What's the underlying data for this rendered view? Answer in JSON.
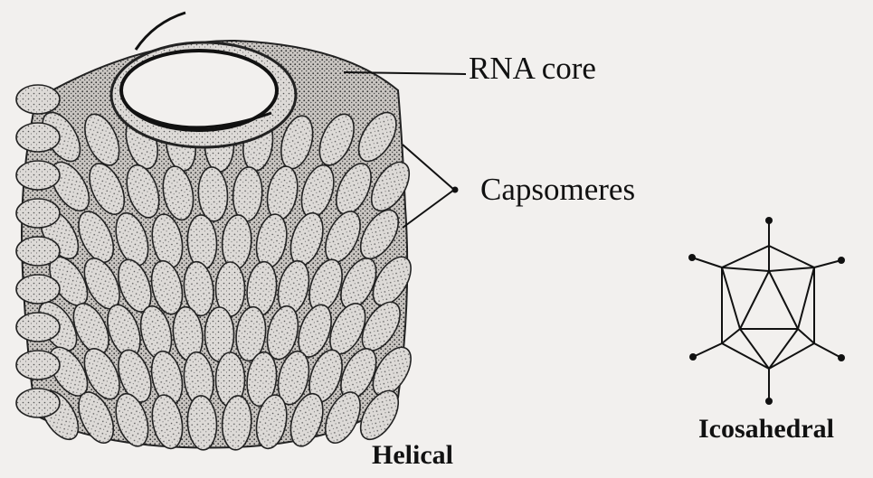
{
  "labels": {
    "rna_core": "RNA core",
    "capsomeres": "Capsomeres",
    "helical": "Helical",
    "icosahedral": "Icosahedral"
  },
  "colors": {
    "background": "#f2f0ee",
    "ink": "#111111",
    "capsomere_fill": "#d9d6d3"
  }
}
